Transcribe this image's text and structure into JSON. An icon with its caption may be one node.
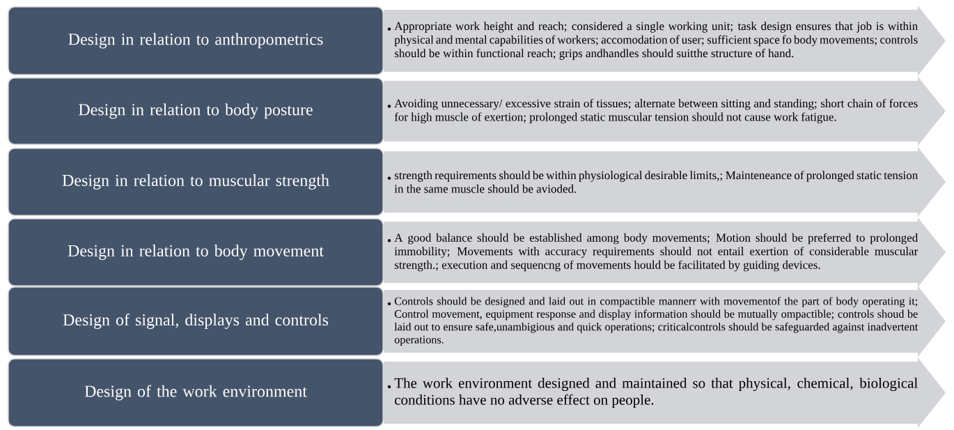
{
  "diagram": {
    "nodes": [
      {
        "text": [
          "Design in relation to anthropometrics"
        ]
      },
      {
        "text": [
          "Appropriate work height and reach; considered a single working unit; task design ensures that job is within physical and mental capabilities of workers; accomodation of user; sufficient space fo body movements; controls should be within functional reach; grips andhandles should suitthe structure of hand."
        ]
      },
      {
        "text": [
          "Design in relation to body posture"
        ]
      },
      {
        "text": [
          "Avoiding unnecessary/ excessive strain of tissues; alternate between sitting and standing; short chain of forces for high muscle of exertion; prolonged static muscular tension should not cause work fatigue."
        ]
      },
      {
        "text": [
          "Design in relation to muscular strength"
        ]
      },
      {
        "text": [
          "strength requirements should be within physiological desirable limits,; Mainteneance of prolonged static tension in the same muscle should be avioded."
        ]
      },
      {
        "text": [
          "Design in relation to body movement"
        ]
      },
      {
        "text": [
          "A good balance should be established among body movements; Motion should be preferred to prolonged immobility; Movements with accuracy requirements should not entail exertion of considerable muscular strength.; execution and sequencng of movements hould be facilitated by guiding devices."
        ]
      },
      {
        "text": [
          "Design of signal, displays and controls"
        ]
      },
      {
        "text": [
          "Controls should be designed and laid out in compactible mannerr with movementof the part of body operating it; Control movement, equipment response and display information should be mutually ompactible; controls shoud be laid out to ensure safe,unambigious and quick operations; criticalcontrols should be safeguarded against inadvertent operations."
        ]
      },
      {
        "text": [
          "Design of the work environment"
        ]
      },
      {
        "text": [
          "The work environment designed and maintained so that physical, chemical, biological conditions have no adverse effect on people."
        ]
      }
    ]
  }
}
